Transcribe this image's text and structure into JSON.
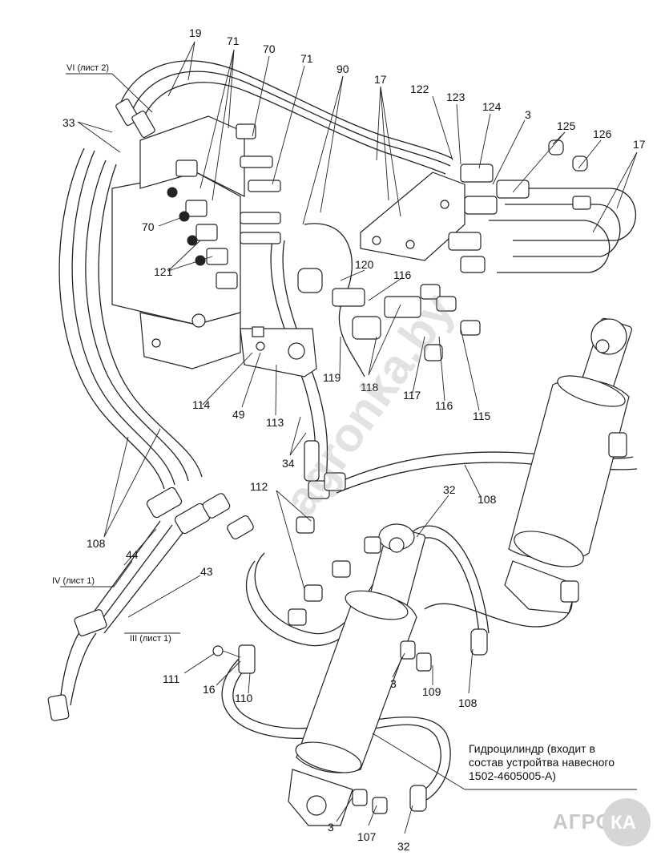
{
  "corner_mark": "",
  "callouts": [
    {
      "id": "c19",
      "text": "19"
    },
    {
      "id": "c71a",
      "text": "71"
    },
    {
      "id": "c70a",
      "text": "70"
    },
    {
      "id": "c71b",
      "text": "71"
    },
    {
      "id": "c90",
      "text": "90"
    },
    {
      "id": "c17a",
      "text": "17"
    },
    {
      "id": "c122",
      "text": "122"
    },
    {
      "id": "c123",
      "text": "123"
    },
    {
      "id": "c124",
      "text": "124"
    },
    {
      "id": "c3a",
      "text": "3"
    },
    {
      "id": "c125",
      "text": "125"
    },
    {
      "id": "c126",
      "text": "126"
    },
    {
      "id": "c17b",
      "text": "17"
    },
    {
      "id": "c33",
      "text": "33"
    },
    {
      "id": "c70b",
      "text": "70"
    },
    {
      "id": "c121",
      "text": "121"
    },
    {
      "id": "c120",
      "text": "120"
    },
    {
      "id": "c116a",
      "text": "116"
    },
    {
      "id": "c119",
      "text": "119"
    },
    {
      "id": "c118",
      "text": "118"
    },
    {
      "id": "c117",
      "text": "117"
    },
    {
      "id": "c116b",
      "text": "116"
    },
    {
      "id": "c115",
      "text": "115"
    },
    {
      "id": "c114",
      "text": "114"
    },
    {
      "id": "c49",
      "text": "49"
    },
    {
      "id": "c113",
      "text": "113"
    },
    {
      "id": "c34",
      "text": "34"
    },
    {
      "id": "c112",
      "text": "112"
    },
    {
      "id": "c32a",
      "text": "32"
    },
    {
      "id": "c108a",
      "text": "108"
    },
    {
      "id": "c108b",
      "text": "108"
    },
    {
      "id": "c44",
      "text": "44"
    },
    {
      "id": "c43",
      "text": "43"
    },
    {
      "id": "c111",
      "text": "111"
    },
    {
      "id": "c16",
      "text": "16"
    },
    {
      "id": "c110",
      "text": "110"
    },
    {
      "id": "c3b",
      "text": "3"
    },
    {
      "id": "c109",
      "text": "109"
    },
    {
      "id": "c108c",
      "text": "108"
    },
    {
      "id": "c3c",
      "text": "3"
    },
    {
      "id": "c107",
      "text": "107"
    },
    {
      "id": "c32b",
      "text": "32"
    }
  ],
  "sheet_refs": {
    "vi": "VI (лист 2)",
    "iv": "IV (лист 1)",
    "iii": "III (лист 1)"
  },
  "note": {
    "line1": "Гидроцилиндр (входит в",
    "line2": "состав устройтва навесного",
    "line3": "1502-4605005-А)"
  },
  "watermark": "agronka.by",
  "brand": {
    "left": "АГРО",
    "right": "КА"
  }
}
